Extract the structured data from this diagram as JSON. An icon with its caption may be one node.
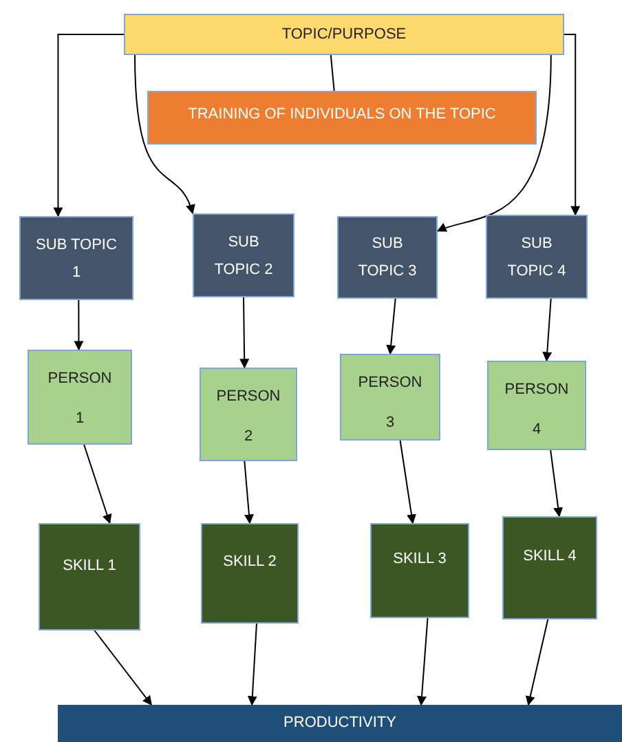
{
  "diagram": {
    "nodes": [
      {
        "text": [
          "TOPIC/PURPOSE"
        ]
      },
      {
        "text": [
          "TRAINING OF INDIVIDUALS ON THE TOPIC"
        ]
      },
      {
        "text": [
          "SUB TOPIC 1"
        ]
      },
      {
        "text": [
          "SUB TOPIC 2"
        ]
      },
      {
        "text": [
          "SUB TOPIC 3"
        ]
      },
      {
        "text": [
          "SUB TOPIC 4"
        ]
      },
      {
        "text": [
          "PERSON",
          "1"
        ]
      },
      {
        "text": [
          "PERSON",
          "2"
        ]
      },
      {
        "text": [
          "PERSON",
          "3"
        ]
      },
      {
        "text": [
          "PERSON",
          "4"
        ]
      },
      {
        "text": [
          "SKILL 1"
        ]
      },
      {
        "text": [
          "SKILL 2"
        ]
      },
      {
        "text": [
          "SKILL 3"
        ]
      },
      {
        "text": [
          "SKILL 4"
        ]
      },
      {
        "text": [
          "PRODUCTIVITY"
        ]
      }
    ],
    "edges": [
      {
        "from": 0,
        "to": 1,
        "arrow": "none"
      },
      {
        "from": 0,
        "to": 2,
        "arrow": "to"
      },
      {
        "from": 0,
        "to": 3,
        "arrow": "to"
      },
      {
        "from": 0,
        "to": 4,
        "arrow": "to"
      },
      {
        "from": 0,
        "to": 5,
        "arrow": "to"
      },
      {
        "from": 2,
        "to": 6,
        "arrow": "to"
      },
      {
        "from": 3,
        "to": 7,
        "arrow": "to"
      },
      {
        "from": 4,
        "to": 8,
        "arrow": "to"
      },
      {
        "from": 5,
        "to": 9,
        "arrow": "to"
      },
      {
        "from": 6,
        "to": 10,
        "arrow": "to"
      },
      {
        "from": 7,
        "to": 11,
        "arrow": "to"
      },
      {
        "from": 8,
        "to": 12,
        "arrow": "to"
      },
      {
        "from": 9,
        "to": 13,
        "arrow": "to"
      },
      {
        "from": 10,
        "to": 14,
        "arrow": "to"
      },
      {
        "from": 11,
        "to": 14,
        "arrow": "to"
      },
      {
        "from": 12,
        "to": 14,
        "arrow": "to"
      },
      {
        "from": 13,
        "to": 14,
        "arrow": "to"
      }
    ]
  }
}
